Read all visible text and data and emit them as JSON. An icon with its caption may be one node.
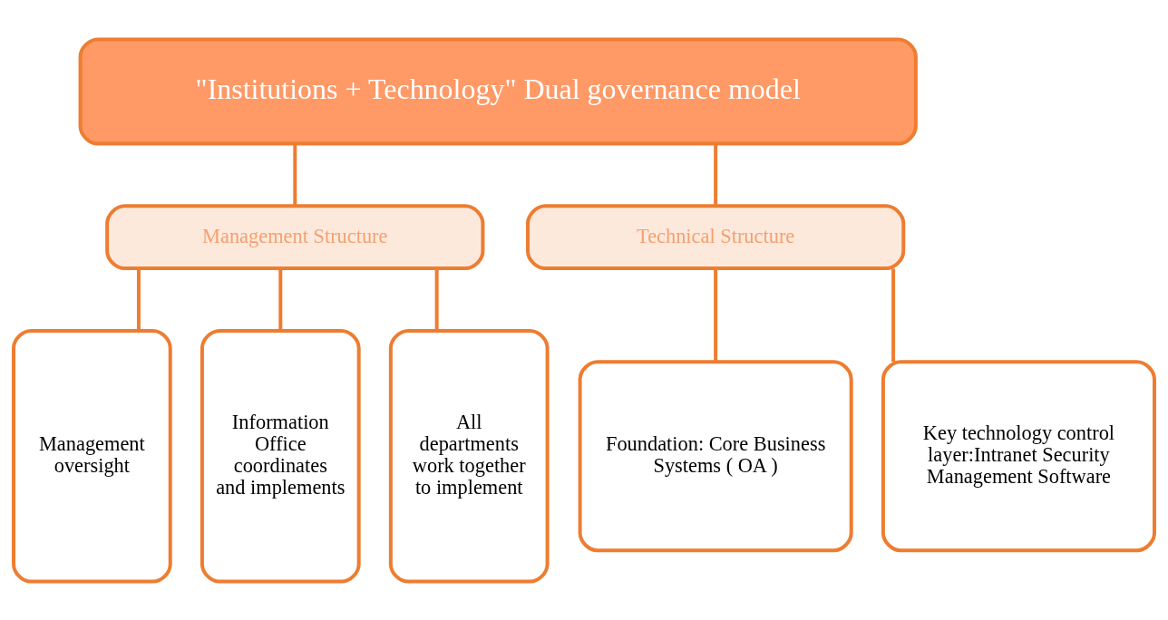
{
  "diagram": {
    "nodes": [
      {
        "text": [
          "\"Institutions + Technology\" Dual governance model"
        ]
      },
      {
        "text": [
          "Management Structure"
        ]
      },
      {
        "text": [
          "Technical Structure"
        ]
      },
      {
        "text": [
          "Management oversight"
        ]
      },
      {
        "text": [
          "Information Office coordinates and implements"
        ]
      },
      {
        "text": [
          "All departments work together to implement"
        ]
      },
      {
        "text": [
          "Foundation: Core Business Systems ( OA )"
        ]
      },
      {
        "text": [
          "Key technology control layer:Intranet Security Management Software"
        ]
      }
    ],
    "edges": [
      {
        "from": 0,
        "to": 1,
        "arrow": "none"
      },
      {
        "from": 0,
        "to": 2,
        "arrow": "none"
      },
      {
        "from": 1,
        "to": 3,
        "arrow": "none"
      },
      {
        "from": 1,
        "to": 4,
        "arrow": "none"
      },
      {
        "from": 1,
        "to": 5,
        "arrow": "none"
      },
      {
        "from": 2,
        "to": 6,
        "arrow": "none"
      },
      {
        "from": 2,
        "to": 7,
        "arrow": "none"
      }
    ]
  }
}
